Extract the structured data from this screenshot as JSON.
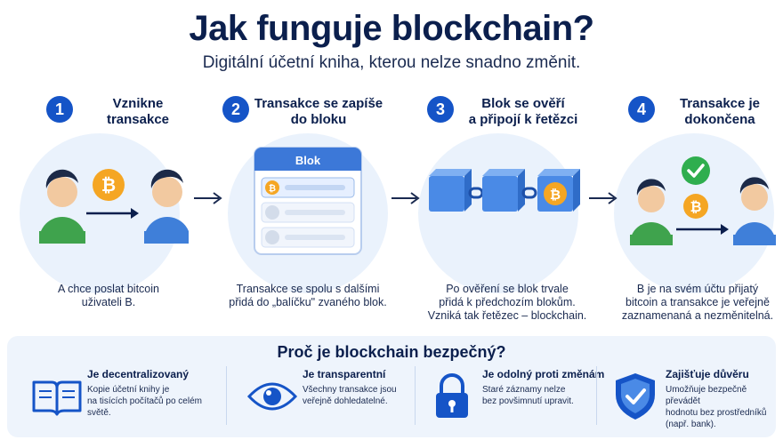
{
  "header": {
    "title": "Jak funguje blockchain?",
    "subtitle": "Digitální účetní kniha, kterou nelze snadno změnit."
  },
  "steps": [
    {
      "number": "1",
      "title_line1": "Vznikne",
      "title_line2": "transakce",
      "desc_line1": "A chce poslat bitcoin",
      "desc_line2": "uživateli B.",
      "desc_line3": ""
    },
    {
      "number": "2",
      "title_line1": "Transakce se zapíše",
      "title_line2": "do bloku",
      "block_label": "Blok",
      "desc_line1": "Transakce se spolu s dalšími",
      "desc_line2": "přidá do „balíčku\" zvaného blok.",
      "desc_line3": ""
    },
    {
      "number": "3",
      "title_line1": "Blok se ověří",
      "title_line2": "a připojí k řetězci",
      "desc_line1": "Po ověření se blok trvale",
      "desc_line2": "přidá k předchozím blokům.",
      "desc_line3": "Vzniká tak řetězec – blockchain."
    },
    {
      "number": "4",
      "title_line1": "Transakce je",
      "title_line2": "dokončena",
      "desc_line1": "B je na svém účtu přijatý",
      "desc_line2": "bitcoin a transakce je veřejně",
      "desc_line3": "zaznamenaná a nezměnitelná."
    }
  ],
  "security": {
    "title": "Proč je blockchain bezpečný?",
    "features": [
      {
        "title": "Je decentralizovaný",
        "desc_line1": "Kopie účetní knihy je",
        "desc_line2": "na tisících počítačů po celém světě.",
        "desc_line3": "",
        "icon": "book-icon"
      },
      {
        "title": "Je transparentní",
        "desc_line1": "Všechny transakce jsou",
        "desc_line2": "veřejně dohledatelné.",
        "desc_line3": "",
        "icon": "eye-icon"
      },
      {
        "title": "Je odolný proti změnám",
        "desc_line1": "Staré záznamy nelze",
        "desc_line2": "bez povšimnutí upravit.",
        "desc_line3": "",
        "icon": "lock-icon"
      },
      {
        "title": "Zajišťuje důvěru",
        "desc_line1": "Umožňuje bezpečně převádět",
        "desc_line2": "hodnotu bez prostředníků",
        "desc_line3": "(např. bank).",
        "icon": "shield-check-icon"
      }
    ]
  },
  "colors": {
    "primary": "#1554c7",
    "navy": "#0b1f4d",
    "circle_bg": "#eaf2fc",
    "coin": "#f5a623",
    "person_green": "#3fa34d",
    "person_blue": "#3f7fd9",
    "check_green": "#2fae4e"
  }
}
